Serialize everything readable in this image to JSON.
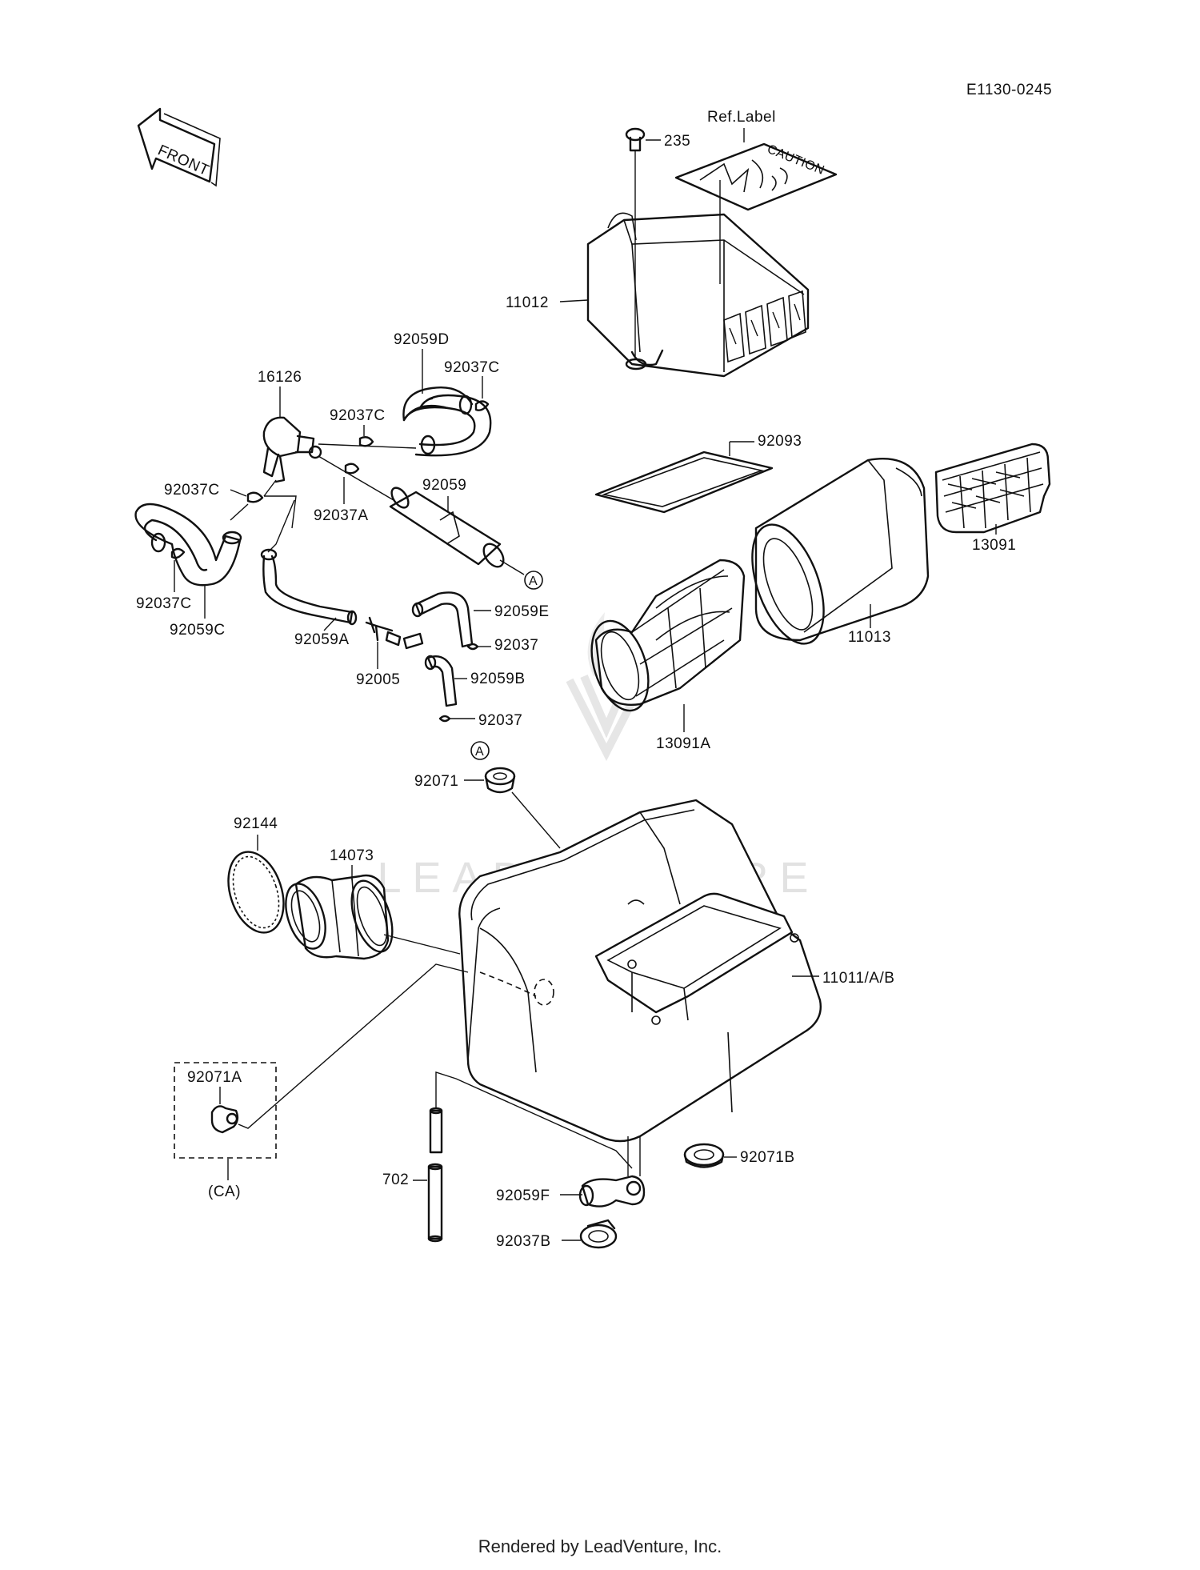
{
  "diagram": {
    "code": "E1130-0245",
    "front_label": "FRONT",
    "ref_label": "Ref.Label",
    "sticker_text": "CAUTION",
    "watermark": "LEADVENTURE",
    "callout_a": "A",
    "footer": "Rendered by LeadVenture, Inc."
  },
  "parts": {
    "p235": "235",
    "p11012": "11012",
    "p92059D": "92059D",
    "p92037C_top": "92037C",
    "p16126": "16126",
    "p92037C_mid": "92037C",
    "p92037C_left": "92037C",
    "p92037A": "92037A",
    "p92059": "92059",
    "p92037C_low": "92037C",
    "p92059C": "92059C",
    "p92059A": "92059A",
    "p92059E": "92059E",
    "p92037_a": "92037",
    "p92005": "92005",
    "p92059B": "92059B",
    "p92037_b": "92037",
    "p92093": "92093",
    "p13091": "13091",
    "p11013": "11013",
    "p13091A": "13091A",
    "p92071": "92071",
    "p92144": "92144",
    "p14073": "14073",
    "p11011": "11011/A/B",
    "p92071A": "92071A",
    "pCA": "(CA)",
    "p702": "702",
    "p92059F": "92059F",
    "p92037B": "92037B",
    "p92071B": "92071B"
  }
}
